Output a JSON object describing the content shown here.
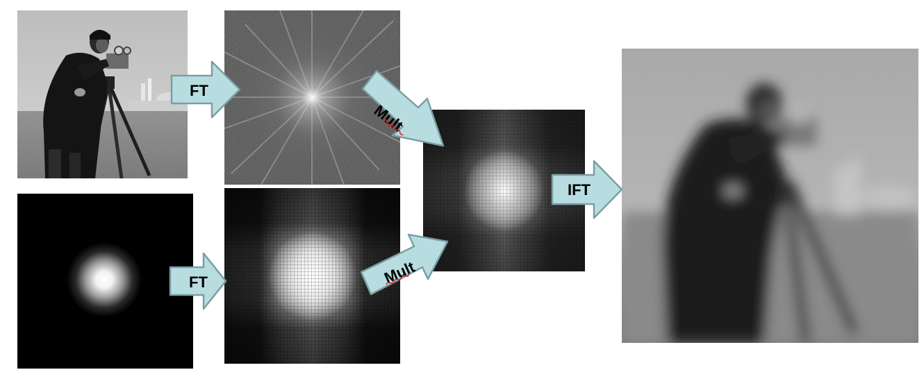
{
  "arrows": {
    "ft_top": "FT",
    "ft_bottom": "FT",
    "mult_top": "Mult",
    "mult_bottom": "Mult",
    "ift": "IFT"
  },
  "colors": {
    "arrow_fill": "#b7dde1",
    "arrow_stroke": "#7a9ea3",
    "spell_underline": "#e02020"
  }
}
